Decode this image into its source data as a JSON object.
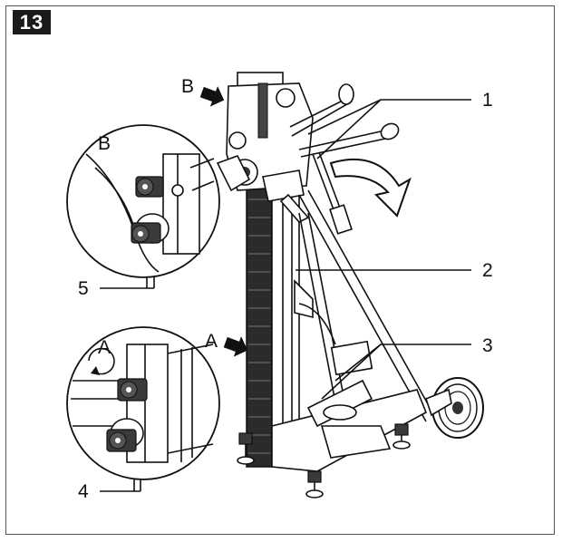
{
  "figure": {
    "number": "13"
  },
  "callouts": {
    "n1": "1",
    "n2": "2",
    "n3": "3",
    "n4": "4",
    "n5": "5"
  },
  "views": {
    "a_main": "A",
    "a_detail": "A",
    "b_main": "B",
    "b_detail": "B"
  }
}
